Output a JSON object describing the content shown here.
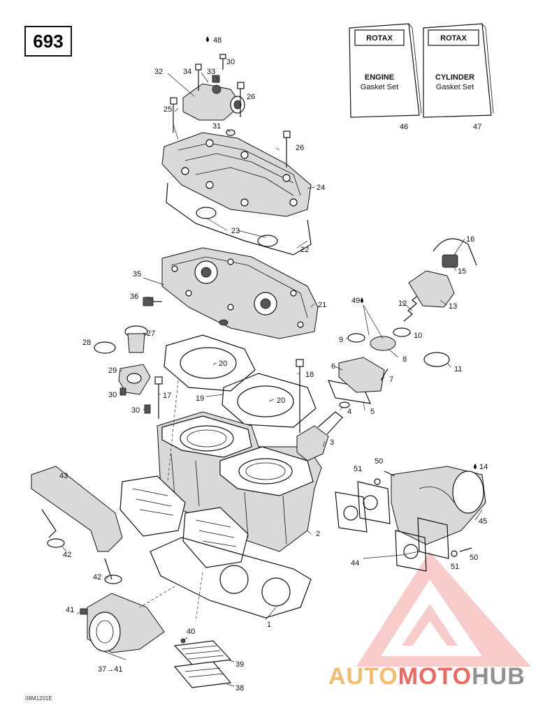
{
  "page_number": "693",
  "reference_code": "08M1201E",
  "booklets": [
    {
      "brand": "ROTAX",
      "title": "ENGINE",
      "subtitle": "Gasket Set",
      "callout": "46"
    },
    {
      "brand": "ROTAX",
      "title": "CYLINDER",
      "subtitle": "Gasket Set",
      "callout": "47"
    }
  ],
  "callouts": {
    "c1": "1",
    "c2": "2",
    "c3": "3",
    "c4": "4",
    "c5": "5",
    "c6": "6",
    "c7": "7",
    "c8": "8",
    "c9": "9",
    "c10": "10",
    "c11": "11",
    "c12": "12",
    "c13": "13",
    "c14": "14",
    "c15": "15",
    "c16": "16",
    "c17": "17",
    "c18": "18",
    "c19": "19",
    "c20a": "20",
    "c20b": "20",
    "c21": "21",
    "c22": "22",
    "c23": "23",
    "c24": "24",
    "c25": "25",
    "c26a": "26",
    "c26b": "26",
    "c27": "27",
    "c28": "28",
    "c29": "29",
    "c30a": "30",
    "c30b": "30",
    "c30c": "30",
    "c31": "31",
    "c32": "32",
    "c33": "33",
    "c34": "34",
    "c35": "35",
    "c36": "36",
    "c37": "37→41",
    "c38": "38",
    "c39": "39",
    "c40": "40",
    "c41": "41",
    "c42a": "42",
    "c42b": "42",
    "c43": "43",
    "c44": "44",
    "c45": "45",
    "c48": "48",
    "c49": "49",
    "c50a": "50",
    "c50b": "50",
    "c51a": "51",
    "c51b": "51"
  },
  "watermark": {
    "part1": "AUTO",
    "part2": "MOTO",
    "part3": "HUB"
  },
  "colors": {
    "watermark_red": "#e8382c",
    "watermark_orange": "#f2a33a",
    "watermark_gray": "#6d6d6d",
    "line": "#111111"
  }
}
